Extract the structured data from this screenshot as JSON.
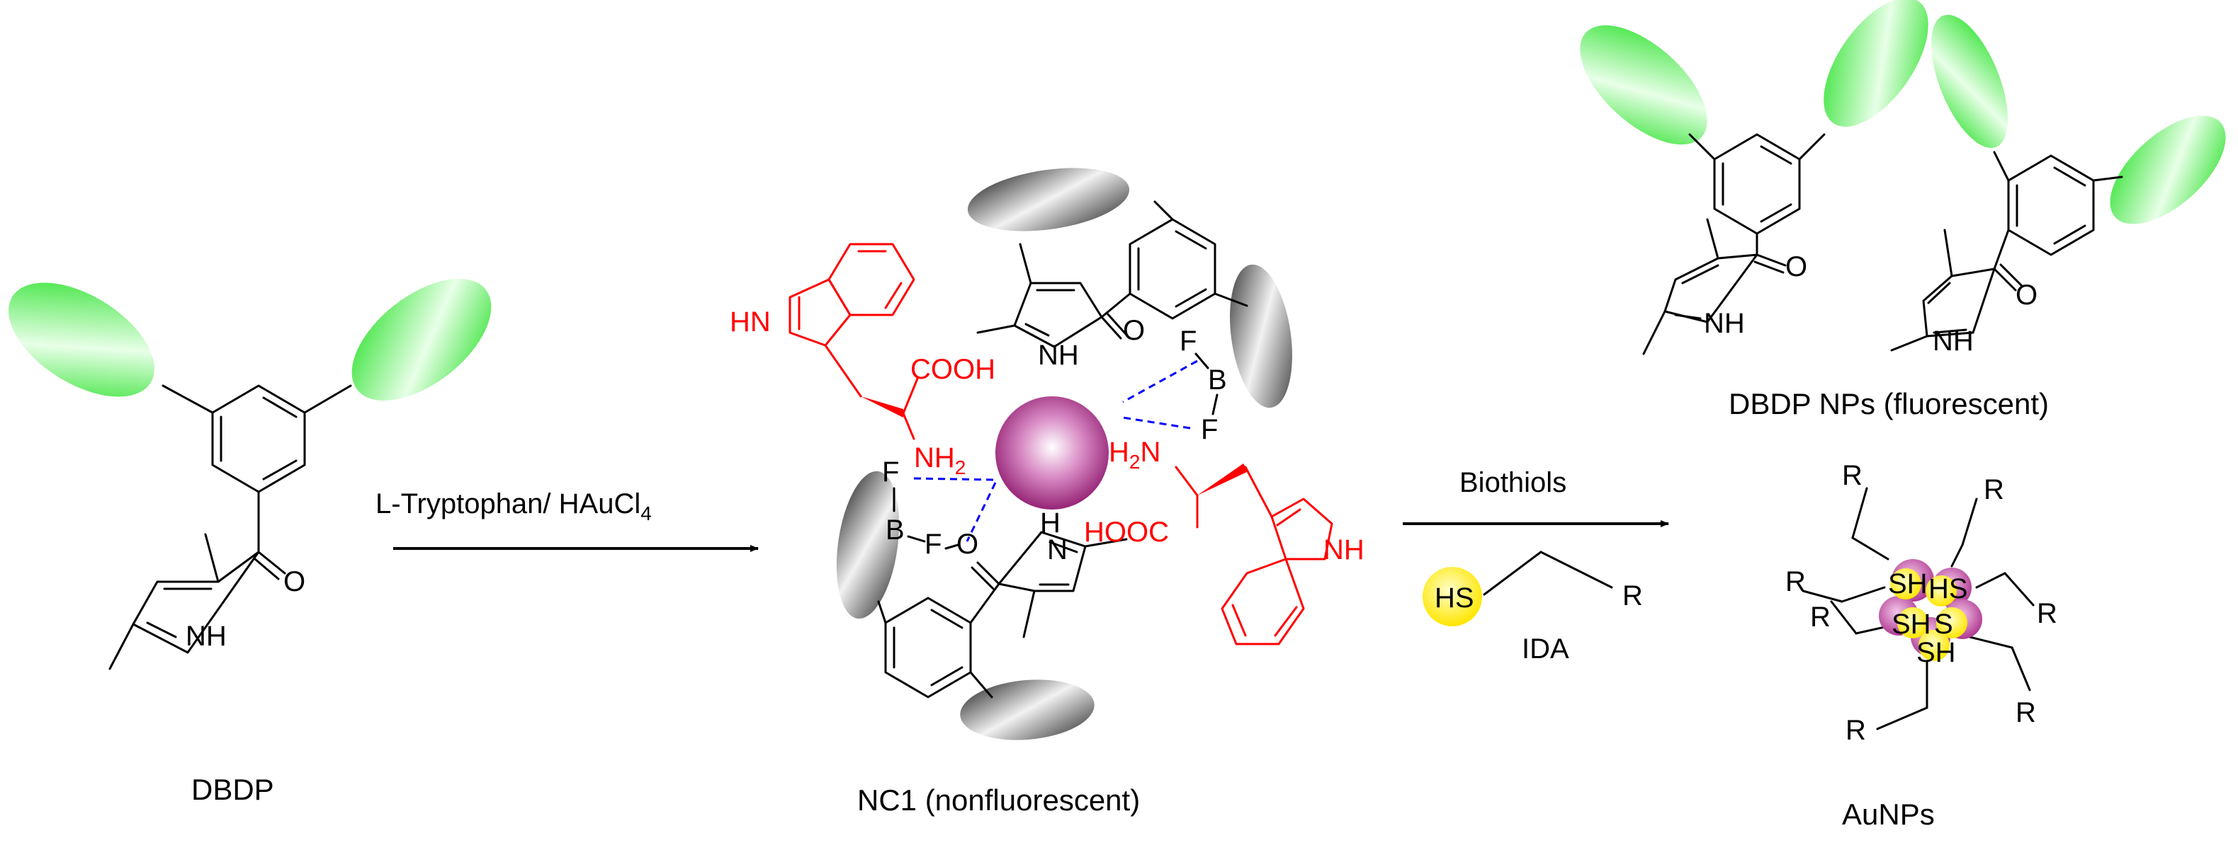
{
  "labels": {
    "dbdp": "DBDP",
    "nc1": "NC1 (nonfluorescent)",
    "dbdp_nps": "DBDP NPs (fluorescent)",
    "aunps": "AuNPs",
    "reagent1": "L-Tryptophan/ HAuCl",
    "reagent1_sub": "4",
    "reagent2": "Biothiols",
    "ida": "IDA"
  },
  "atoms": {
    "nh": "NH",
    "n": "N",
    "h": "H",
    "o": "O",
    "f": "F",
    "b": "B",
    "hn": "HN",
    "cooh": "COOH",
    "hooc": "HOOC",
    "nh2": "NH",
    "nh2_sub": "2",
    "h2n_h": "H",
    "h2n_sub": "2",
    "h2n_n": "N",
    "hs": "HS",
    "sh": "SH",
    "s": "S",
    "r": "R"
  },
  "colors": {
    "green": "#22dd22",
    "gray": "#444444",
    "purple": "#a0207a",
    "yellow": "#ffee00",
    "red": "#ff0000",
    "blue": "#0000ff"
  }
}
